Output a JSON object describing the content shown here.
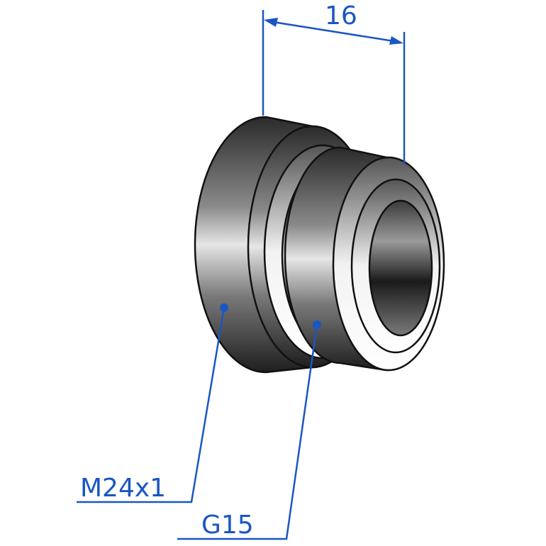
{
  "dimension": {
    "value": "16"
  },
  "labels": {
    "outer_thread": "M24x1",
    "inner_thread": "G15"
  },
  "colors": {
    "annotation": "#1a56c4",
    "outline": "#111111"
  }
}
